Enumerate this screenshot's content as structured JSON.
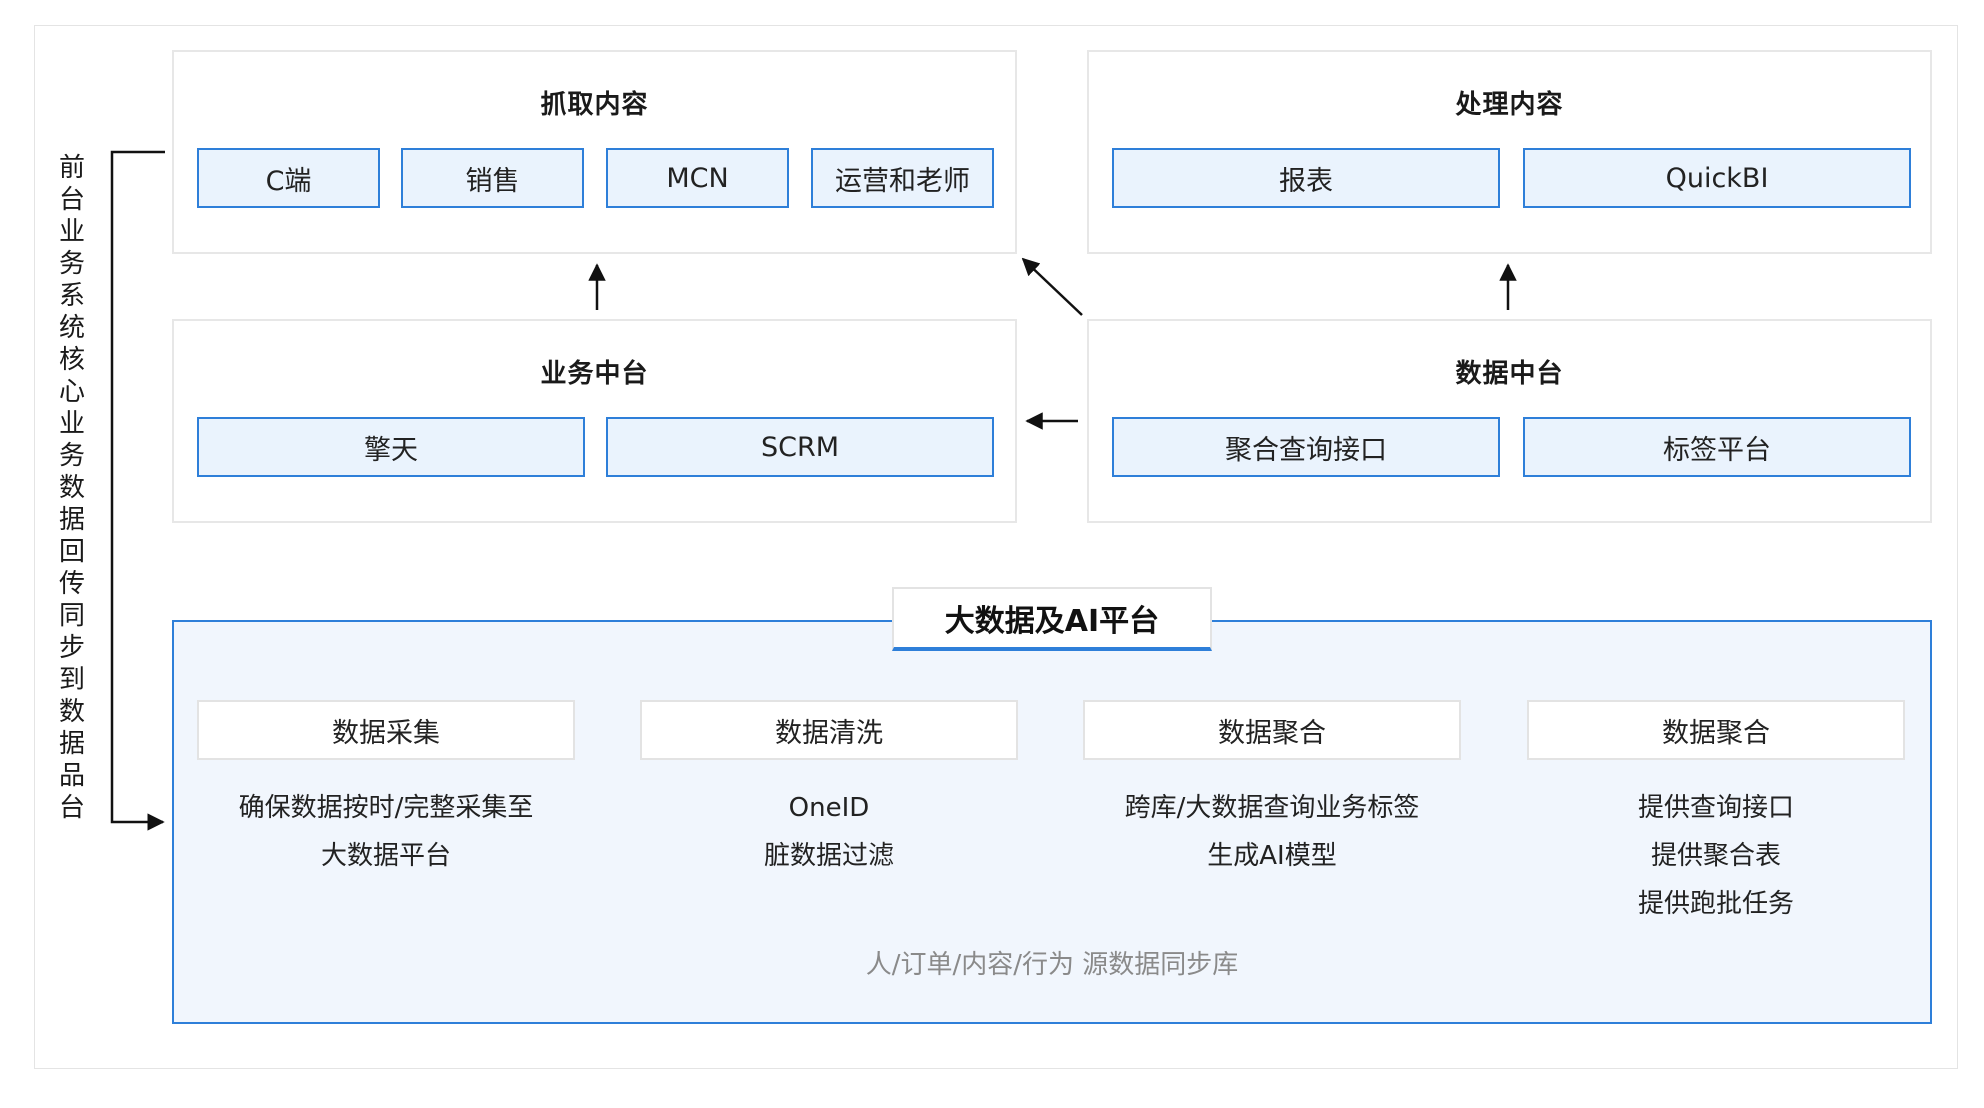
{
  "top_left": {
    "title": "抓取内容",
    "chips": [
      "C端",
      "销售",
      "MCN",
      "运营和老师"
    ]
  },
  "top_right": {
    "title": "处理内容",
    "chips": [
      "报表",
      "QuickBI"
    ]
  },
  "mid_left": {
    "title": "业务中台",
    "chips": [
      "擎天",
      "SCRM"
    ]
  },
  "mid_right": {
    "title": "数据中台",
    "chips": [
      "聚合查询接口",
      "标签平台"
    ]
  },
  "side_label": "前台业务系统核心业务数据回传同步到数据品台",
  "platform": {
    "title": "大数据及AI平台",
    "columns": [
      {
        "heading": "数据采集",
        "lines": [
          "确保数据按时/完整采集至",
          "大数据平台"
        ]
      },
      {
        "heading": "数据清洗",
        "lines": [
          "OneID",
          "脏数据过滤"
        ]
      },
      {
        "heading": "数据聚合",
        "lines": [
          "跨库/大数据查询业务标签",
          "生成AI模型"
        ]
      },
      {
        "heading": "数据聚合",
        "lines": [
          "提供查询接口",
          "提供聚合表",
          "提供跑批任务"
        ]
      }
    ],
    "footer": "人/订单/内容/行为  源数据同步库"
  }
}
